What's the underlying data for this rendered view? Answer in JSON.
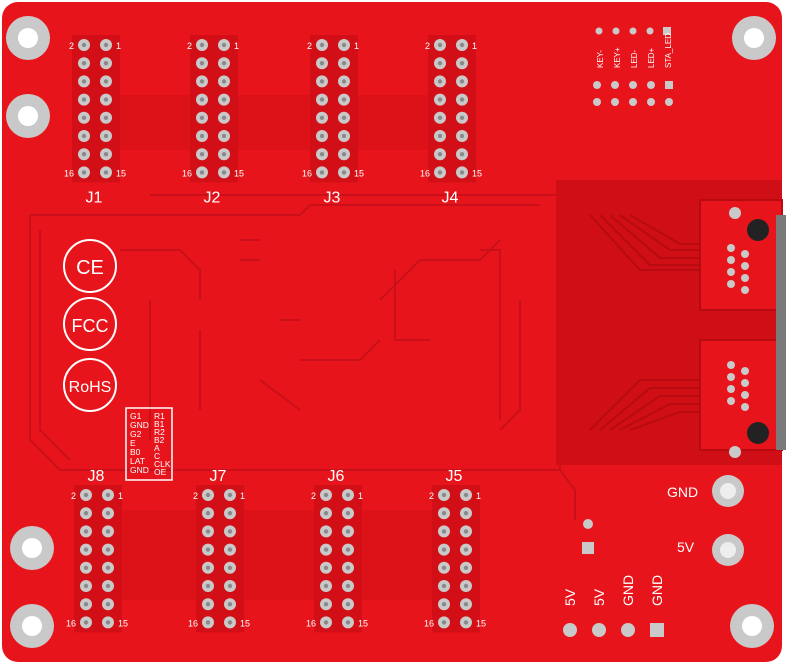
{
  "board": {
    "colors": {
      "board": "#e8141b",
      "dark": "#c40c12",
      "trace": "#d30f16",
      "silk": "#ffffff",
      "pad": "#c9c9c9",
      "bg": "#ffffff"
    },
    "headers": [
      {
        "label": "J1",
        "pin_first": "2",
        "pin_second": "1",
        "pin_last_even": "16",
        "pin_last_odd": "15"
      },
      {
        "label": "J2",
        "pin_first": "2",
        "pin_second": "1",
        "pin_last_even": "16",
        "pin_last_odd": "15"
      },
      {
        "label": "J3",
        "pin_first": "2",
        "pin_second": "1",
        "pin_last_even": "16",
        "pin_last_odd": "15"
      },
      {
        "label": "J4",
        "pin_first": "2",
        "pin_second": "1",
        "pin_last_even": "16",
        "pin_last_odd": "15"
      },
      {
        "label": "J8",
        "pin_first": "2",
        "pin_second": "1",
        "pin_last_even": "16",
        "pin_last_odd": "15"
      },
      {
        "label": "J7",
        "pin_first": "2",
        "pin_second": "1",
        "pin_last_even": "16",
        "pin_last_odd": "15"
      },
      {
        "label": "J6",
        "pin_first": "2",
        "pin_second": "1",
        "pin_last_even": "16",
        "pin_last_odd": "15"
      },
      {
        "label": "J5",
        "pin_first": "2",
        "pin_second": "1",
        "pin_last_even": "16",
        "pin_last_odd": "15"
      }
    ],
    "certifications": [
      "CE",
      "FCC",
      "RoHS"
    ],
    "pinout_left": [
      "G1",
      "GND",
      "G2",
      "E",
      "B0",
      "LAT",
      "GND"
    ],
    "pinout_right": [
      "R1",
      "B1",
      "R2",
      "B2",
      "A",
      "C",
      "CLK",
      "OE"
    ],
    "led_labels": [
      "KEY-",
      "KEY+",
      "LED-",
      "LED+",
      "STA_LED"
    ],
    "power_terminals": [
      "GND",
      "5V"
    ],
    "bottom_pins": [
      "5V",
      "5V",
      "GND",
      "GND"
    ]
  }
}
